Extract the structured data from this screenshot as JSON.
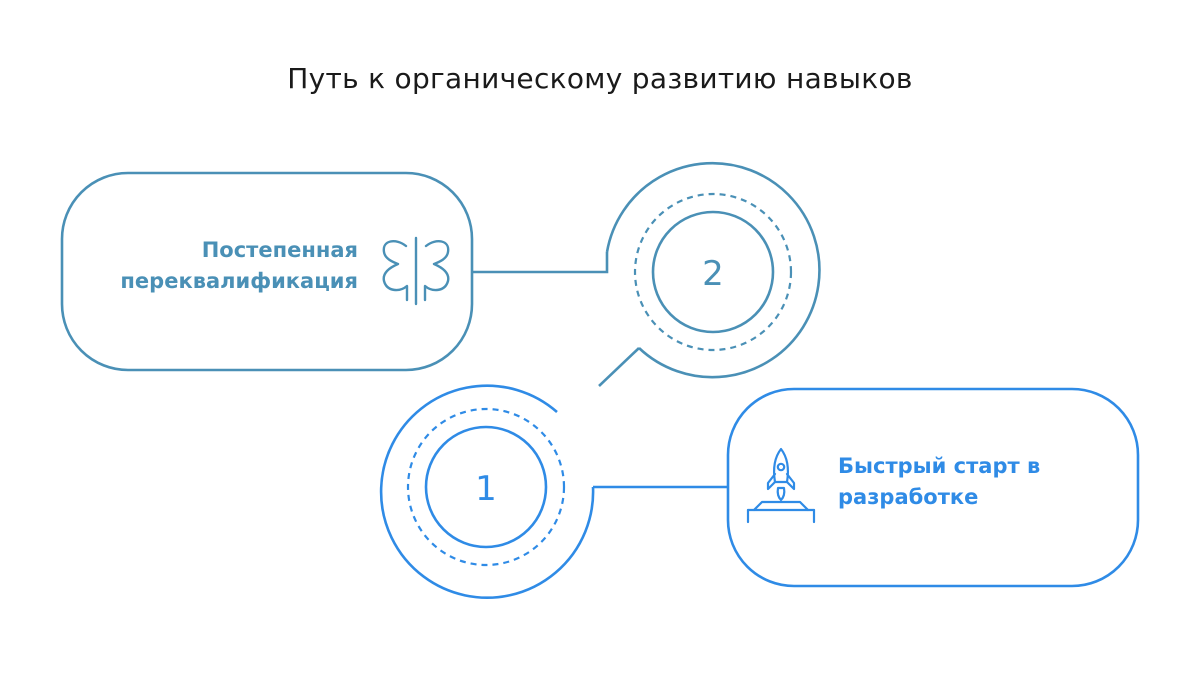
{
  "title": "Путь к органическому развитию навыков",
  "colors": {
    "muted_blue": "#4a90b6",
    "bright_blue": "#2f8be6",
    "title": "#1a1a1a"
  },
  "steps": [
    {
      "number": "2",
      "label_lines": [
        "Постепенная",
        "переквалификация"
      ],
      "icon": "split-brain-icon",
      "color": "#4a90b6"
    },
    {
      "number": "1",
      "label_lines": [
        "Быстрый старт в",
        "разработке"
      ],
      "icon": "rocket-launch-icon",
      "color": "#2f8be6"
    }
  ]
}
